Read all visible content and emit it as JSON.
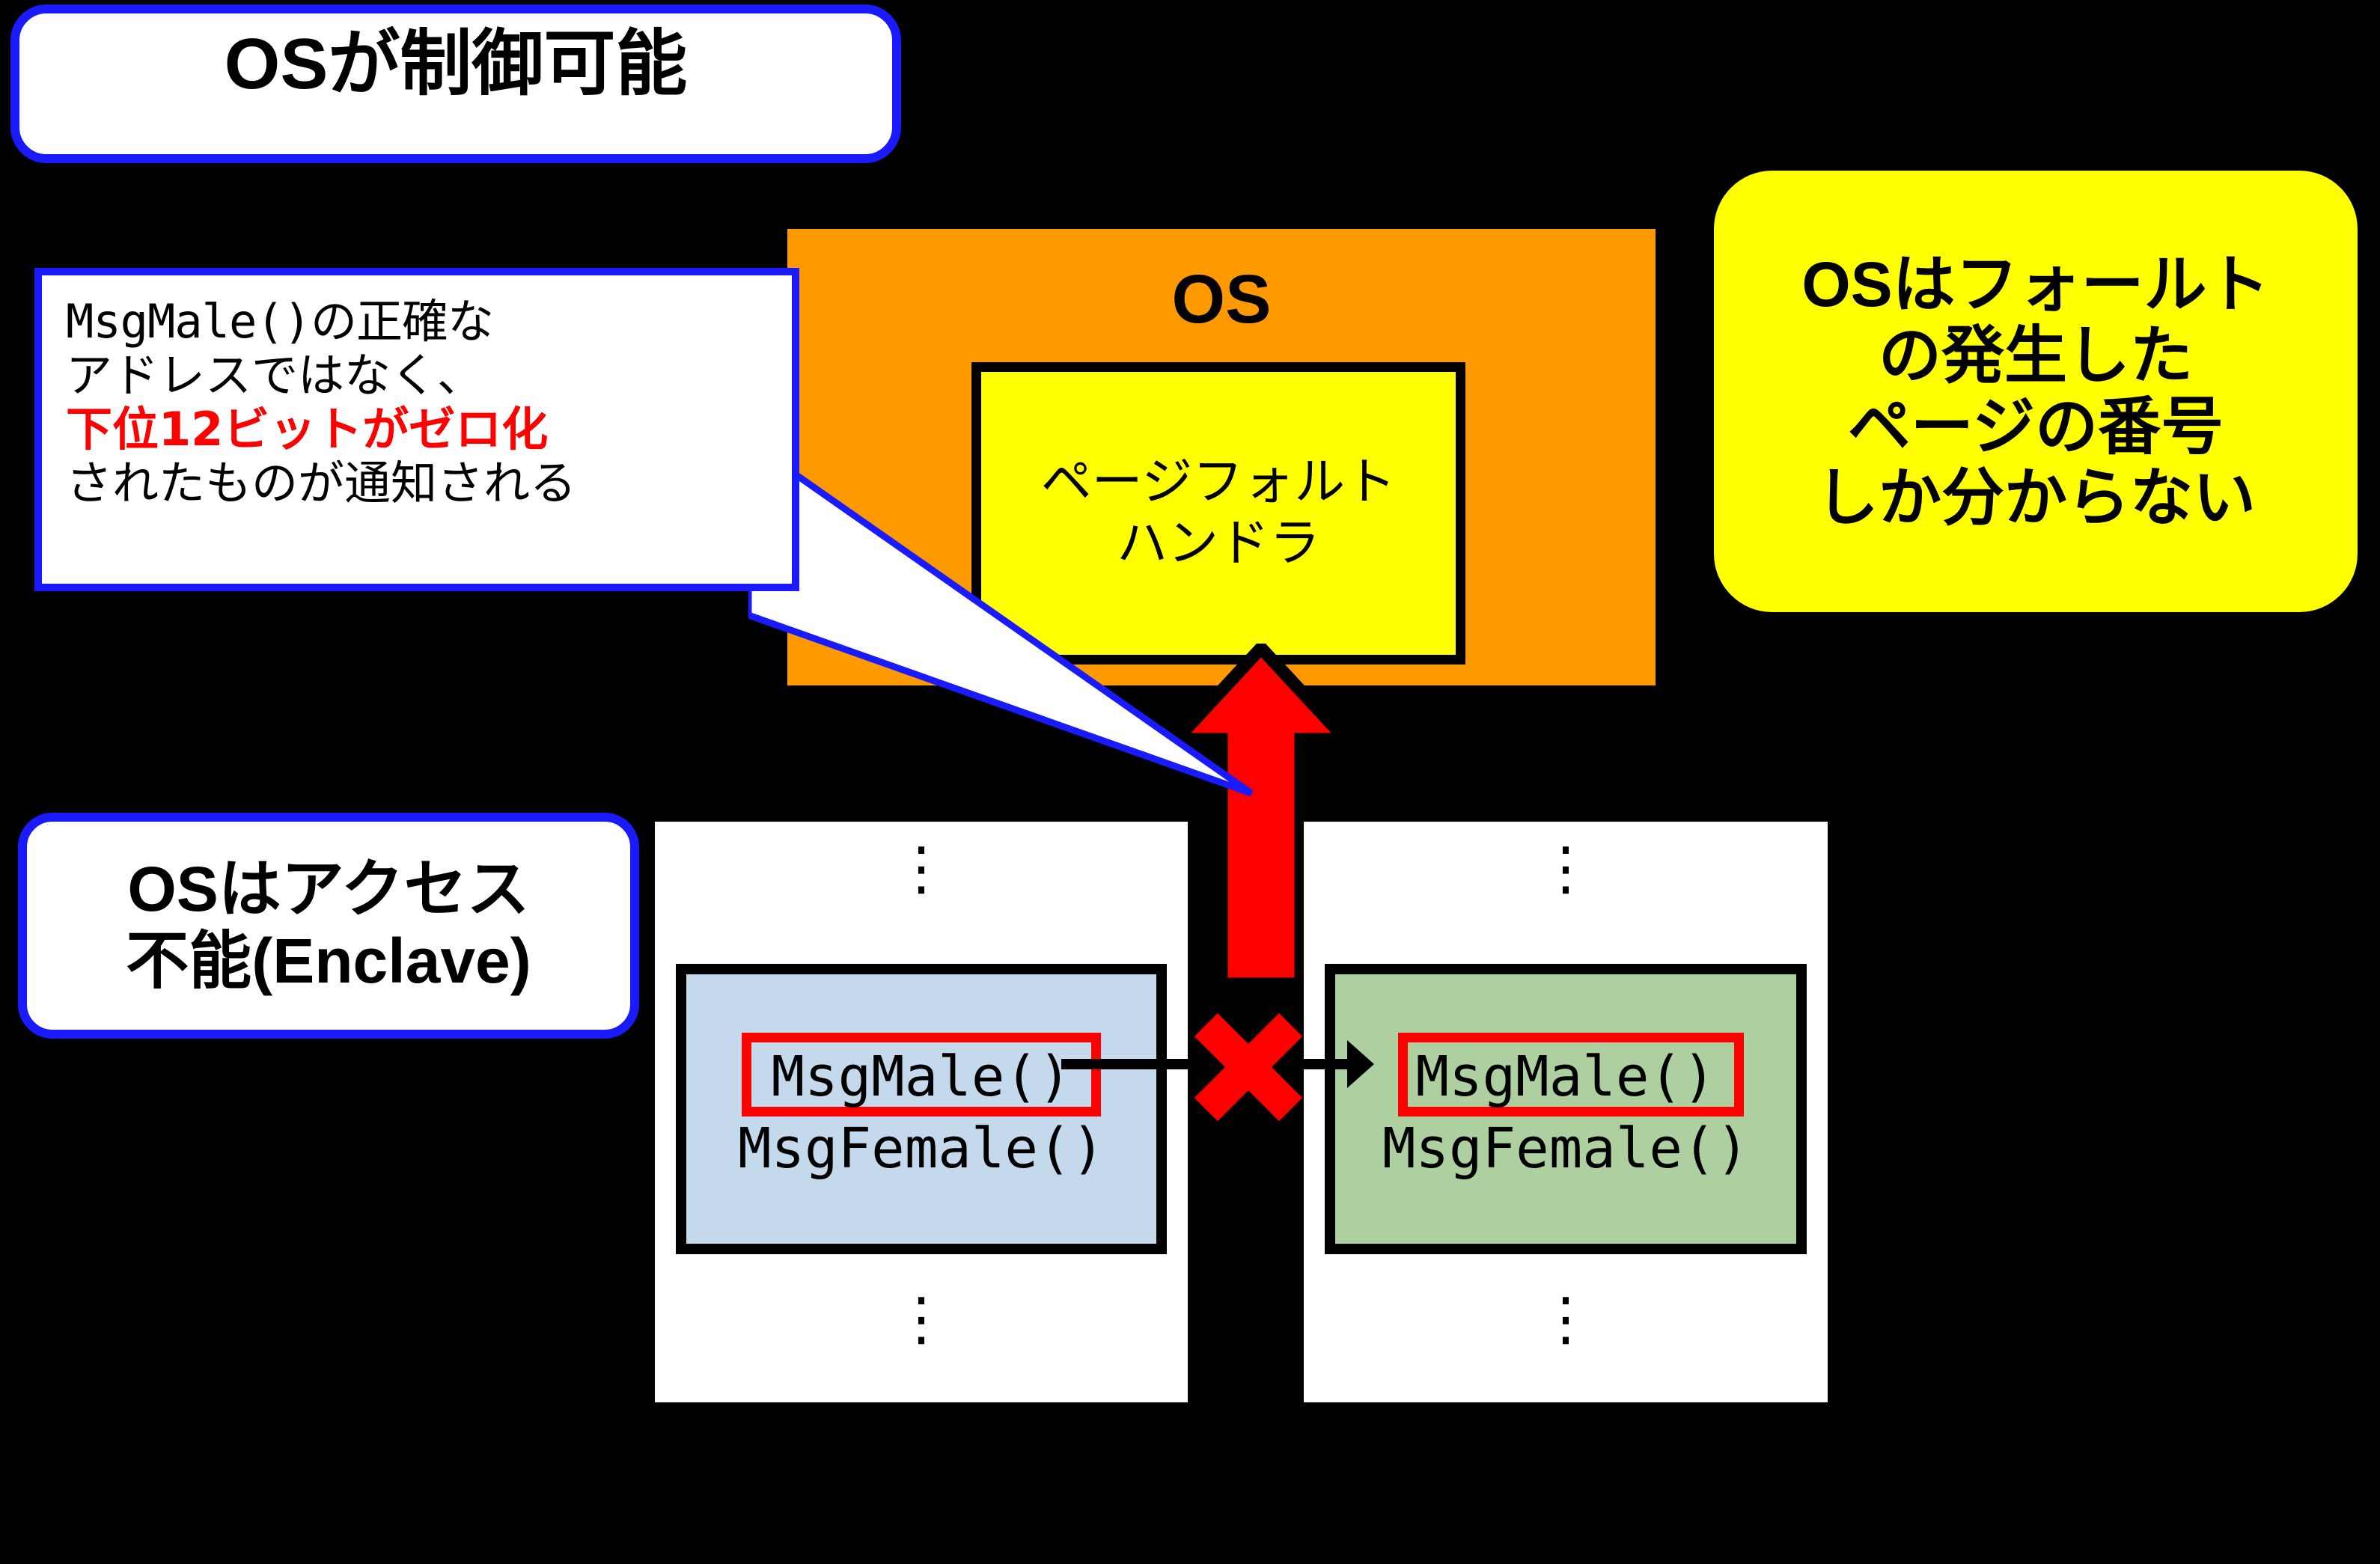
{
  "title_box": {
    "label": "OSが制御可能"
  },
  "note_box": {
    "lines": [
      {
        "text": "MsgMale()の正確な",
        "style": "mono"
      },
      {
        "text": "アドレスではなく、",
        "style": "normal"
      },
      {
        "text": "下位12ビットがゼロ化",
        "style": "red"
      },
      {
        "text": "されたものが通知される",
        "style": "normal"
      }
    ]
  },
  "os_region": {
    "label": "OS",
    "color": "#ff9900",
    "page_fault_handler": {
      "lines": [
        "ページフォルト",
        "ハンドラ"
      ],
      "color": "#ffff00"
    }
  },
  "fault_note": {
    "color": "#ffff00",
    "lines": [
      "OSはフォールト",
      "の発生した",
      "ページの番号",
      "しか分からない"
    ]
  },
  "enclave_note": {
    "lines": [
      "OSはアクセス",
      "不能(Enclave)"
    ]
  },
  "memory_panels": [
    {
      "id": "left",
      "dots_top": "⋮",
      "dots_bottom": "⋮",
      "inner_color": "#c5d9ed",
      "highlight_color": "#ff0000",
      "functions": [
        "MsgMale()",
        "MsgFemale()"
      ]
    },
    {
      "id": "right",
      "dots_top": "⋮",
      "dots_bottom": "⋮",
      "inner_color": "#aed0a0",
      "highlight_color": "#ff0000",
      "functions": [
        "MsgMale()",
        "MsgFemale()"
      ]
    }
  ],
  "markers": {
    "blocked_x": "✖",
    "up_arrow_color": "#ff0000",
    "connector_color": "#000000",
    "callout_border_color": "#1a1aff"
  }
}
